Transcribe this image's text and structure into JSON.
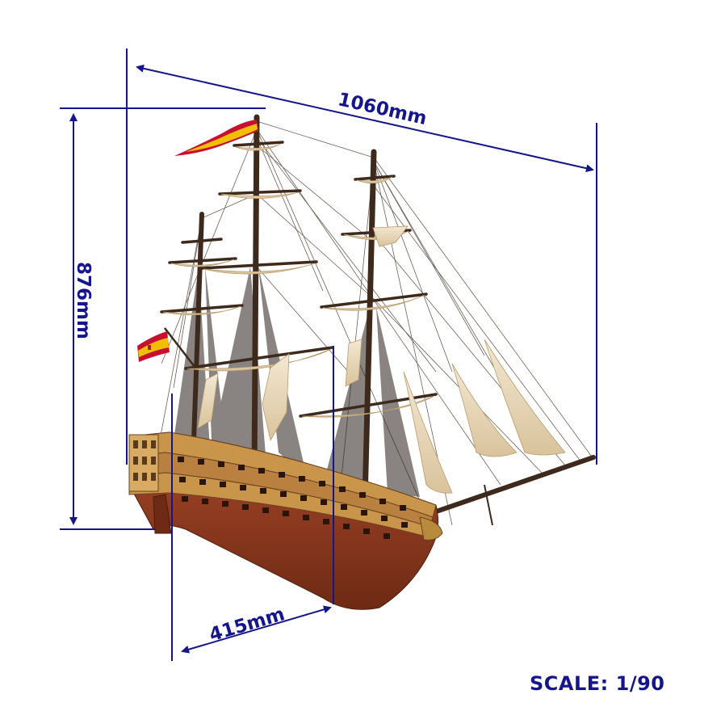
{
  "dimensions": {
    "length": "1060mm",
    "height": "876mm",
    "width": "415mm"
  },
  "scale": "SCALE: 1/90",
  "colors": {
    "dimension_lines": "#15158c",
    "hull": "#8e3b1e",
    "hull_dark": "#5e2410",
    "wood": "#c9954a",
    "sail": "#eedfc2",
    "rigging": "#3b2c22",
    "flag_red": "#c8102e",
    "flag_yellow": "#f1bf00"
  }
}
